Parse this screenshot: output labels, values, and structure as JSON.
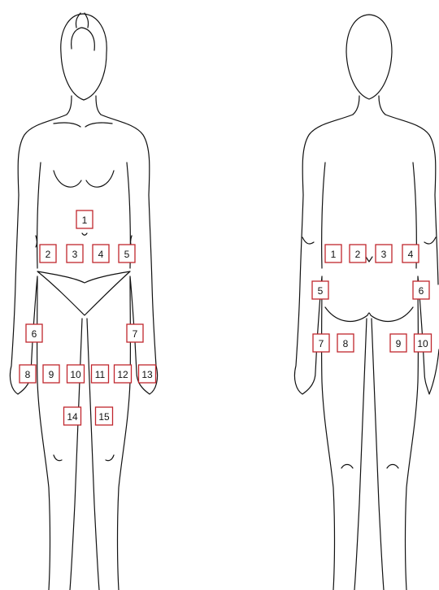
{
  "accent_color": "#c0262d",
  "front_figure": {
    "view": "front",
    "markers": [
      "1",
      "2",
      "3",
      "4",
      "5",
      "6",
      "7",
      "8",
      "9",
      "10",
      "11",
      "12",
      "13",
      "14",
      "15"
    ]
  },
  "back_figure": {
    "view": "back",
    "markers": [
      "1",
      "2",
      "3",
      "4",
      "5",
      "6",
      "7",
      "8",
      "9",
      "10"
    ]
  }
}
